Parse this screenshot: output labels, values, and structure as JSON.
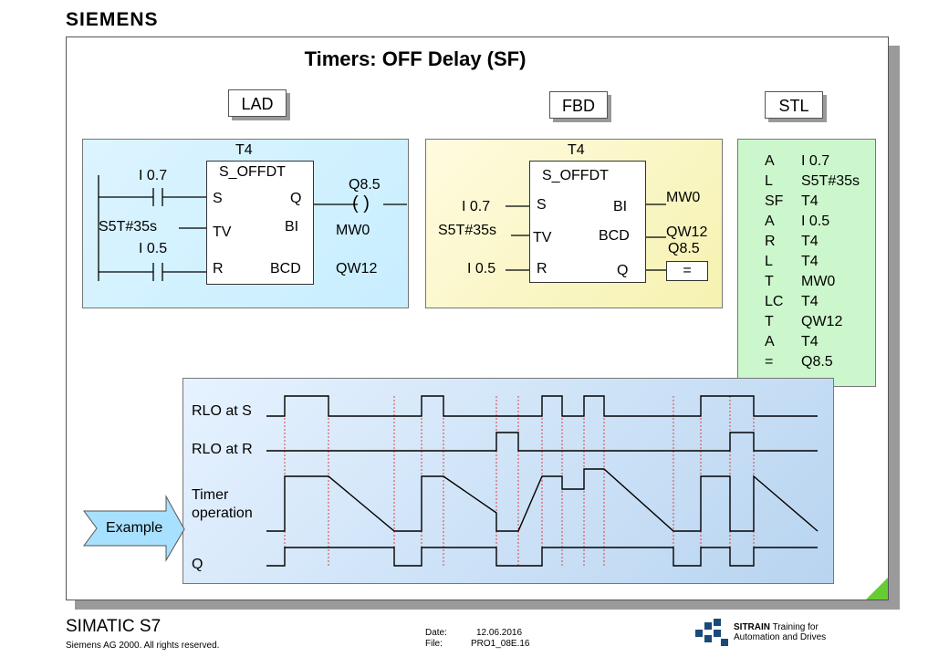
{
  "brand": {
    "logo": "SIEMENS"
  },
  "slide": {
    "title": "Timers: OFF Delay (SF)"
  },
  "tabs": {
    "lad": "LAD",
    "fbd": "FBD",
    "stl": "STL"
  },
  "lad": {
    "timer": "T4",
    "block_name": "S_OFFDT",
    "contact_s": "I 0.7",
    "contact_r": "I 0.5",
    "time_value": "S5T#35s",
    "pin_s": "S",
    "pin_tv": "TV",
    "pin_r": "R",
    "pin_q": "Q",
    "pin_bi": "BI",
    "pin_bcd": "BCD",
    "coil_label": "Q8.5",
    "coil_symbol": "(  )",
    "out_bi": "MW0",
    "out_bcd": "QW12"
  },
  "fbd": {
    "timer": "T4",
    "block_name": "S_OFFDT",
    "in_s": "I 0.7",
    "in_tv": "S5T#35s",
    "in_r": "I 0.5",
    "pin_s": "S",
    "pin_tv": "TV",
    "pin_r": "R",
    "pin_bi": "BI",
    "pin_bcd": "BCD",
    "pin_q": "Q",
    "out_bi": "MW0",
    "out_bcd": "QW12",
    "out_q": "Q8.5",
    "assign_box": "="
  },
  "stl": {
    "lines": [
      {
        "op": "A",
        "arg": "I 0.7"
      },
      {
        "op": "L",
        "arg": "S5T#35s"
      },
      {
        "op": "SF",
        "arg": "T4"
      },
      {
        "op": "A",
        "arg": "I 0.5"
      },
      {
        "op": "R",
        "arg": "T4"
      },
      {
        "op": "L",
        "arg": "T4"
      },
      {
        "op": "T",
        "arg": "MW0"
      },
      {
        "op": "LC",
        "arg": "T4"
      },
      {
        "op": "T",
        "arg": "QW12"
      },
      {
        "op": "A",
        "arg": "T4"
      },
      {
        "op": "=",
        "arg": "Q8.5"
      }
    ]
  },
  "timing": {
    "labels": {
      "s": "RLO at S",
      "r": "RLO at R",
      "timer_1": "Timer",
      "timer_2": "operation",
      "q": "Q"
    },
    "example": "Example"
  },
  "footer": {
    "product": "SIMATIC S7",
    "copyright": "Siemens AG 2000. All rights reserved.",
    "date_label": "Date:",
    "date_value": "12.06.2016",
    "file_label": "File:",
    "file_value": "PRO1_08E.16",
    "sitrain_brand": "SITRAIN",
    "sitrain_text1": "Training for",
    "sitrain_text2": "Automation and Drives"
  },
  "colors": {
    "lad_bg": "#c8eeff",
    "fbd_bg": "#f6f2b0",
    "stl_bg": "#ccf7cc",
    "timing_bg": "#b8d4f0",
    "accent": "#66cc33",
    "guide": "#e04040"
  }
}
